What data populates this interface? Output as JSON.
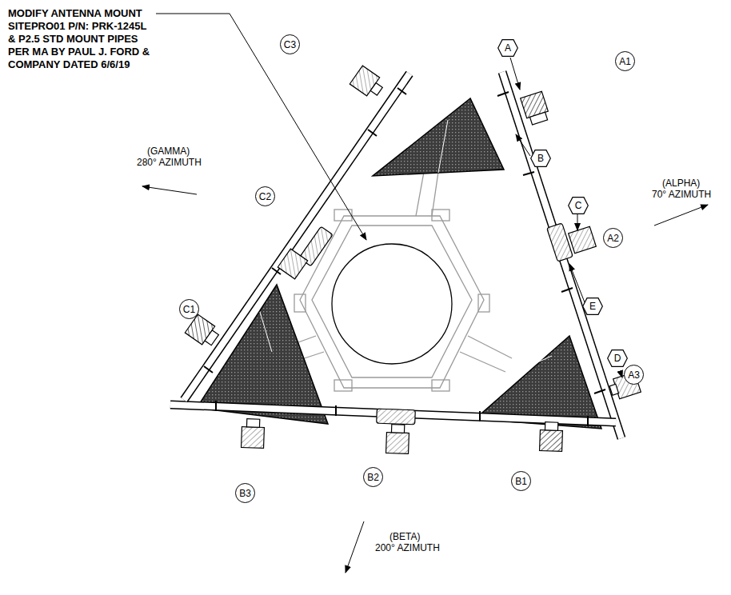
{
  "diagram": {
    "nodes": [
      {
        "text": [
          "C3"
        ]
      },
      {
        "text": [
          "A"
        ]
      },
      {
        "text": [
          "A1"
        ]
      },
      {
        "text": [
          "B"
        ]
      },
      {
        "text": [
          "C2"
        ]
      },
      {
        "text": [
          "C"
        ]
      },
      {
        "text": [
          "A2"
        ]
      },
      {
        "text": [
          "E"
        ]
      },
      {
        "text": [
          "C1"
        ]
      },
      {
        "text": [
          "D"
        ]
      },
      {
        "text": [
          "A3"
        ]
      },
      {
        "text": [
          "B3"
        ]
      },
      {
        "text": [
          "B2"
        ]
      },
      {
        "text": [
          "B1"
        ]
      }
    ],
    "labels": [
      "MODIFY ANTENNA MOUNT SITEPRO01 P/N: PRK-1245L & P2.5 STD MOUNT PIPES PER MA BY PAUL J. FORD & COMPANY DATED 6/6/19",
      "(GAMMA)",
      "280° AZIMUTH",
      "(ALPHA)",
      "70° AZIMUTH",
      "(BETA)",
      "200° AZIMUTH"
    ]
  }
}
